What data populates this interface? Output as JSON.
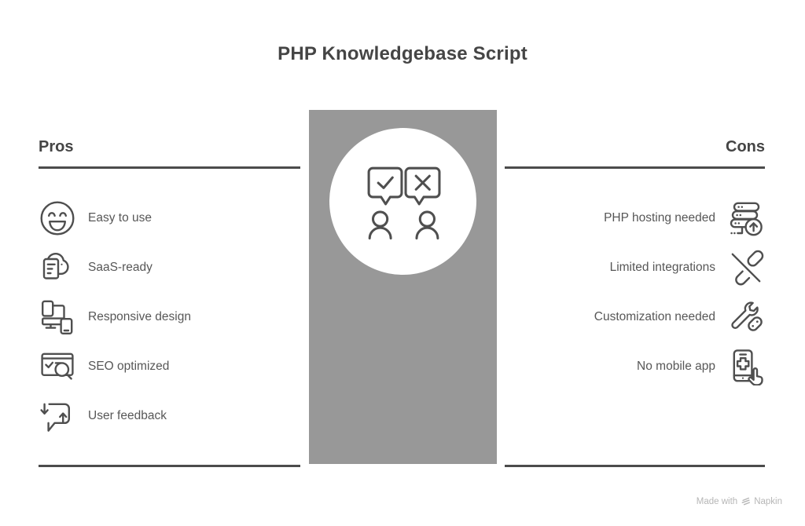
{
  "title": "PHP Knowledgebase Script",
  "pros": {
    "heading": "Pros",
    "items": [
      {
        "label": "Easy to use",
        "icon": "smiley-icon"
      },
      {
        "label": "SaaS-ready",
        "icon": "saas-cloud-icon"
      },
      {
        "label": "Responsive design",
        "icon": "responsive-devices-icon"
      },
      {
        "label": "SEO optimized",
        "icon": "seo-search-icon"
      },
      {
        "label": "User feedback",
        "icon": "feedback-arrows-icon"
      }
    ]
  },
  "cons": {
    "heading": "Cons",
    "items": [
      {
        "label": "PHP hosting needed",
        "icon": "server-upload-icon"
      },
      {
        "label": "Limited integrations",
        "icon": "broken-link-icon"
      },
      {
        "label": "Customization needed",
        "icon": "tools-icon"
      },
      {
        "label": "No mobile app",
        "icon": "mobile-app-tap-icon"
      }
    ]
  },
  "center": {
    "icon": "pros-cons-people-icon"
  },
  "watermark": {
    "prefix": "Made with",
    "brand": "Napkin",
    "logo": "napkin-logo-icon"
  },
  "colors": {
    "background": "#ffffff",
    "panel_gray": "#989898",
    "heading_text": "#454545",
    "item_text": "#575757",
    "icon_stroke": "#4f4f4f",
    "rule": "#4b4b4b",
    "watermark": "#b6b6b6"
  }
}
